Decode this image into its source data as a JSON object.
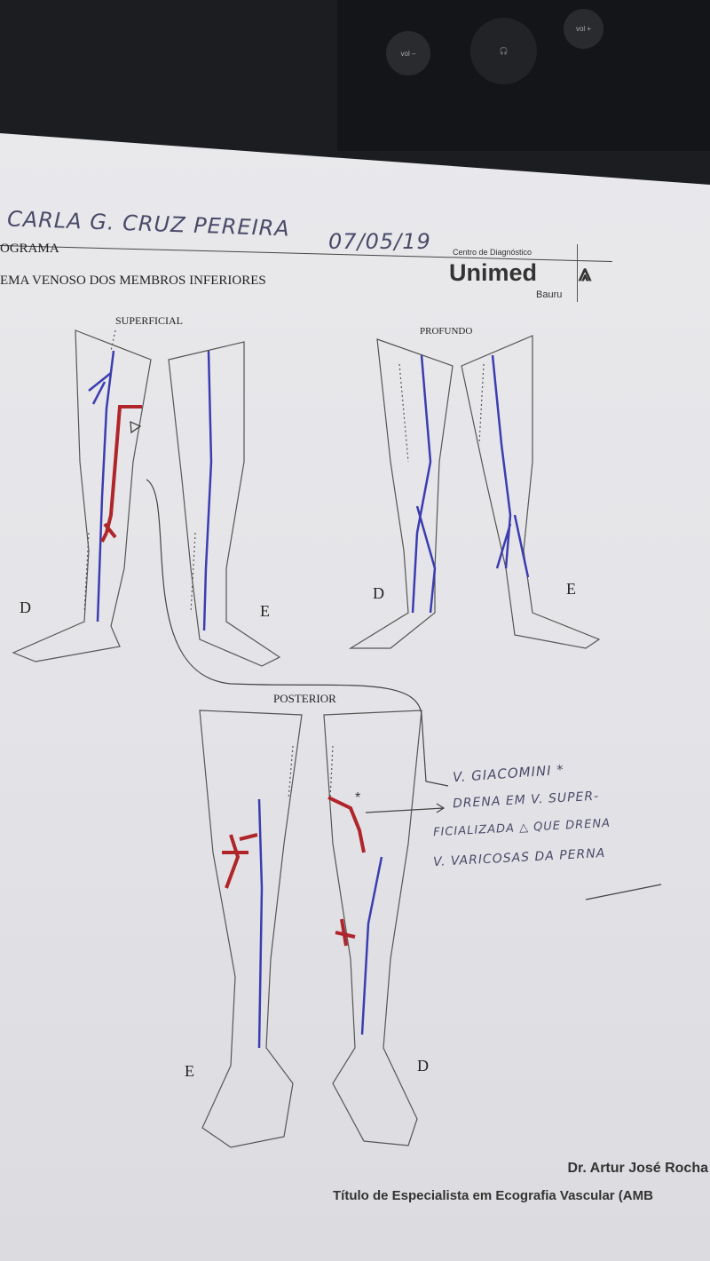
{
  "header": {
    "patient_handwritten": "CARLA G. CRUZ PEREIRA",
    "date_handwritten": "07/05/19",
    "title_line1": "OGRAMA",
    "title_line2": "EMA VENOSO DOS MEMBROS INFERIORES",
    "logo_caption": "Centro de Diagnóstico",
    "logo_name": "Unimed",
    "logo_city": "Bauru"
  },
  "device": {
    "vol_minus": "vol –",
    "vol_plus": "vol +"
  },
  "diagram": {
    "superficial_label": "SUPERFICIAL",
    "profundo_label": "PROFUNDO",
    "posterior_label": "POSTERIOR",
    "side_d": "D",
    "side_e": "E"
  },
  "annotation": {
    "line1": "V. GIACOMINI *",
    "line2": "DRENA EM V. SUPER-",
    "line3": "FICIALIZADA △ QUE DRENA",
    "line4": "V. VARICOSAS DA PERNA"
  },
  "footer": {
    "doctor": "Dr. Artur José Rocha",
    "title": "Título de Especialista em Ecografia Vascular (AMB"
  },
  "colors": {
    "vein_blue": "#3b3db0",
    "varicose_red": "#b0252a"
  }
}
